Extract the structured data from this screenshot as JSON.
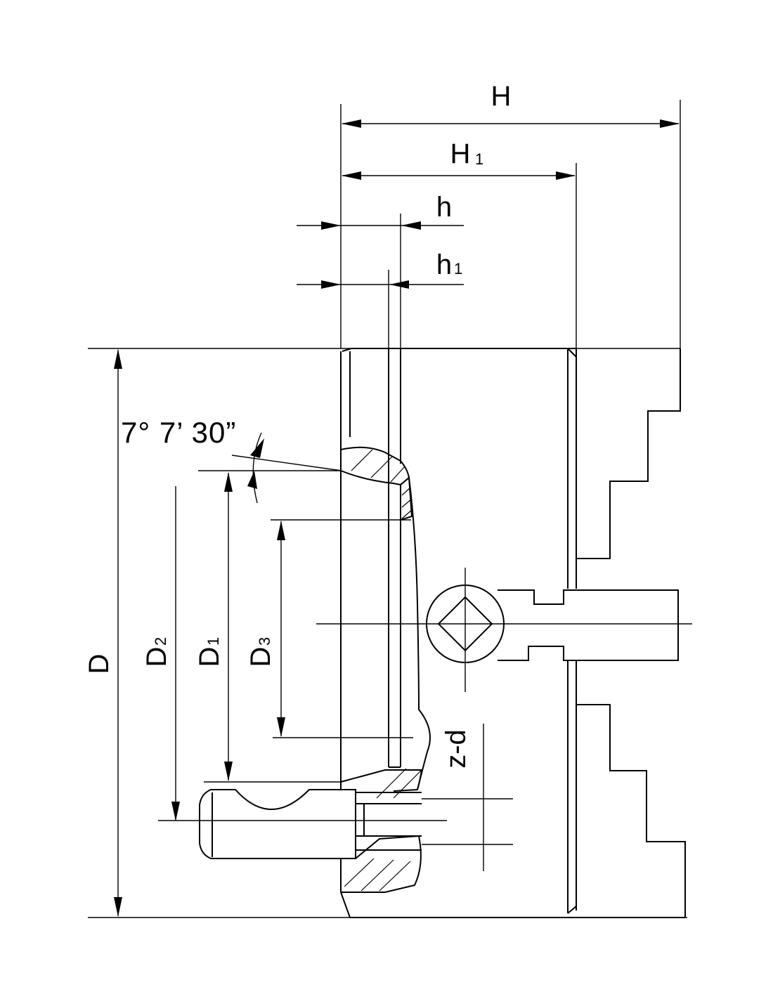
{
  "labels": {
    "H": "H",
    "H1_main": "H",
    "H1_sub": "1",
    "h": "h",
    "h1_main": "h",
    "h1_sub": "1",
    "D": "D",
    "D2_main": "D",
    "D2_sub": "2",
    "D1_main": "D",
    "D1_sub": "1",
    "D3_main": "D",
    "D3_sub": "3",
    "angle": "7° 7’ 30”",
    "zd": "z-d"
  }
}
